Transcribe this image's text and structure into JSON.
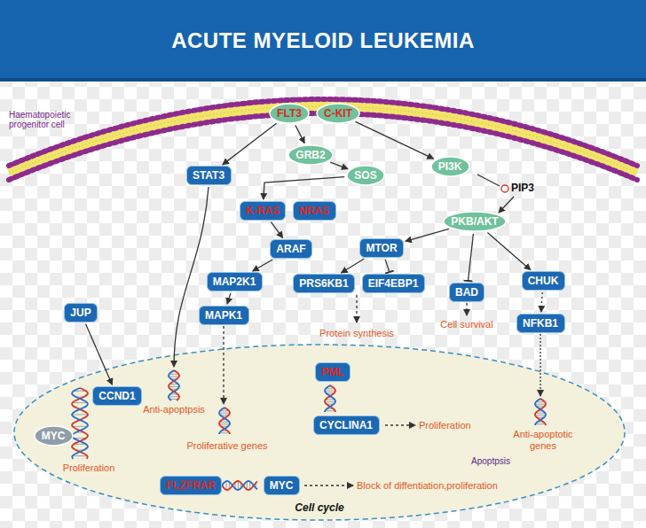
{
  "diagram": {
    "title": "ACUTE MYELOID LEUKEMIA",
    "nodes": [
      {
        "text": [
          "FLT3"
        ]
      },
      {
        "text": [
          "C-KIT"
        ]
      },
      {
        "text": [
          "GRB2"
        ]
      },
      {
        "text": [
          "STAT3"
        ]
      },
      {
        "text": [
          "SOS"
        ]
      },
      {
        "text": [
          "PI3K"
        ]
      },
      {
        "text": [
          "K-RAS"
        ]
      },
      {
        "text": [
          "NRAS"
        ]
      },
      {
        "text": [
          "PKB/AKT"
        ]
      },
      {
        "text": [
          "ARAF"
        ]
      },
      {
        "text": [
          "MTOR"
        ]
      },
      {
        "text": [
          "MAP2K1"
        ]
      },
      {
        "text": [
          "PRS6KB1"
        ]
      },
      {
        "text": [
          "EIF4EBP1"
        ]
      },
      {
        "text": [
          "BAD"
        ]
      },
      {
        "text": [
          "CHUK"
        ]
      },
      {
        "text": [
          "JUP"
        ]
      },
      {
        "text": [
          "MAPK1"
        ]
      },
      {
        "text": [
          "NFKB1"
        ]
      },
      {
        "text": [
          "Cell cycle"
        ]
      },
      {
        "text": [
          "PML"
        ],
        "in": 19
      },
      {
        "text": [
          "CCND1"
        ],
        "in": 19
      },
      {
        "text": [
          "MYC"
        ],
        "in": 19
      },
      {
        "text": [
          "CYCLINA1"
        ],
        "in": 19
      },
      {
        "text": [
          "FLZFRAR"
        ],
        "in": 19
      },
      {
        "text": [
          "MYC"
        ],
        "in": 19
      }
    ],
    "edges": [
      {
        "from": 0,
        "to": 3,
        "arrow": "to"
      },
      {
        "from": 0,
        "to": 2,
        "arrow": "to"
      },
      {
        "from": 1,
        "to": 5,
        "arrow": "to"
      },
      {
        "from": 2,
        "to": 4,
        "arrow": "to"
      },
      {
        "from": 4,
        "to": 6,
        "arrow": "to"
      },
      {
        "from": 6,
        "to": 9,
        "arrow": "to"
      },
      {
        "from": 9,
        "to": 11,
        "arrow": "to"
      },
      {
        "from": 11,
        "to": 17,
        "arrow": "to"
      },
      {
        "from": 10,
        "to": 12,
        "arrow": "to"
      },
      {
        "from": 10,
        "to": 13,
        "arrow": "none"
      },
      {
        "from": 8,
        "to": 10,
        "arrow": "to"
      },
      {
        "from": 8,
        "to": 14,
        "arrow": "none"
      },
      {
        "from": 8,
        "to": 15,
        "arrow": "to"
      },
      {
        "from": 15,
        "to": 18,
        "arrow": "to"
      },
      {
        "from": 16,
        "to": 21,
        "arrow": "to"
      }
    ],
    "labels": [
      "Haematopoietic progenitor cell",
      "PIP3",
      "Protein synthesis",
      "Cell survival",
      "Anti-apoptpsis",
      "Proliferative genes",
      "Proliferation",
      "Anti-apoptotic genes",
      "Apoptpsis",
      "Proliferation",
      "Block of diffentiation,proliferation"
    ]
  }
}
